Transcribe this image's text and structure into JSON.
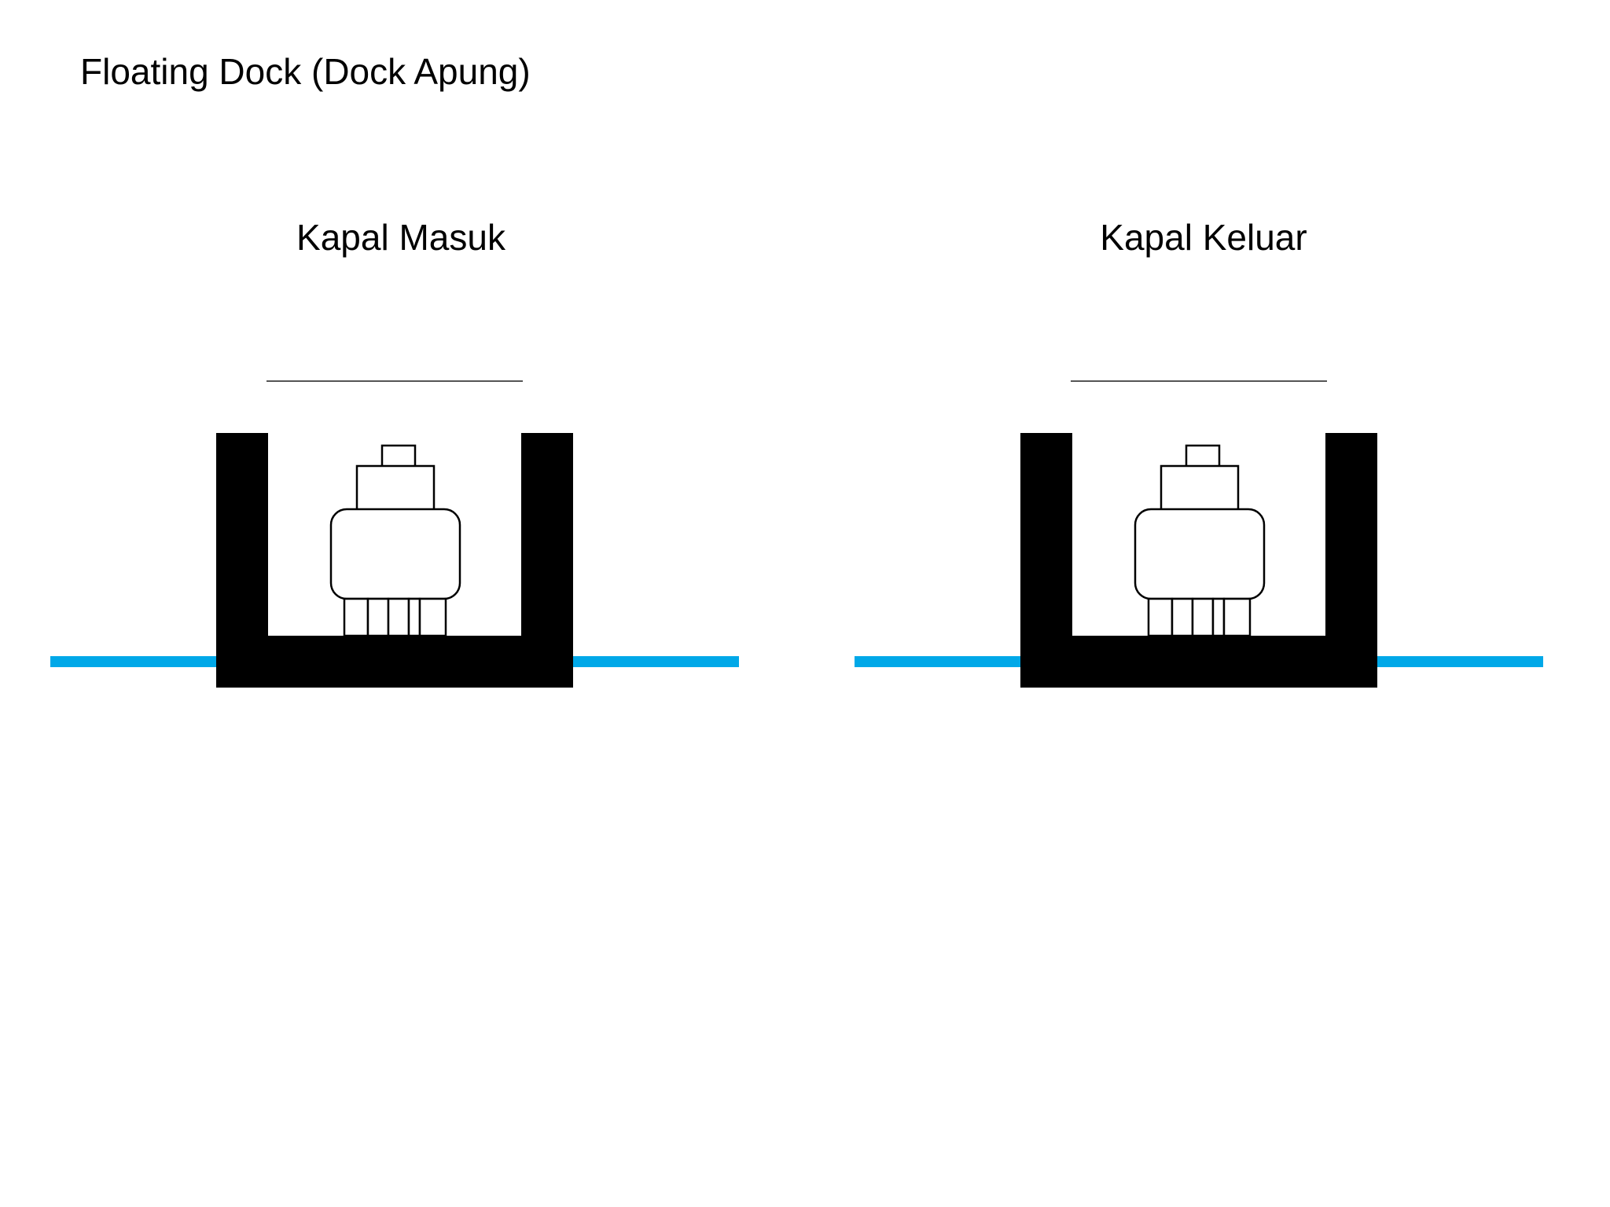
{
  "title": "Floating Dock (Dock Apung)",
  "panels": [
    {
      "label": "Kapal Masuk"
    },
    {
      "label": "Kapal Keluar"
    }
  ],
  "colors": {
    "water": "#00A8E8",
    "dock": "#000000",
    "ship_outline": "#000000",
    "ship_fill": "#ffffff",
    "background": "#ffffff"
  }
}
